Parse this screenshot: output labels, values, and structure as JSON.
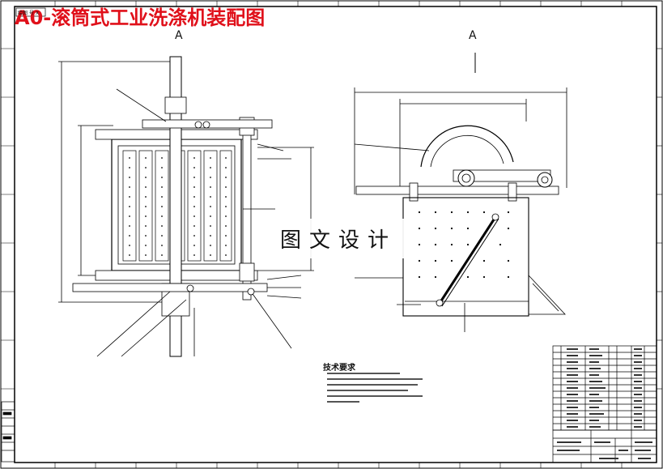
{
  "title": "A0-滚筒式工业洗涤机装配图",
  "watermark": "图文设计",
  "view_labels": {
    "left_view": "A",
    "right_view": "A"
  },
  "tech_requirements": {
    "title": "技术要求"
  },
  "corner_tag": "绘图 号 X",
  "colors": {
    "title": "#e0101a",
    "lines": "#000000",
    "drawing_bg": "#ffffff"
  }
}
